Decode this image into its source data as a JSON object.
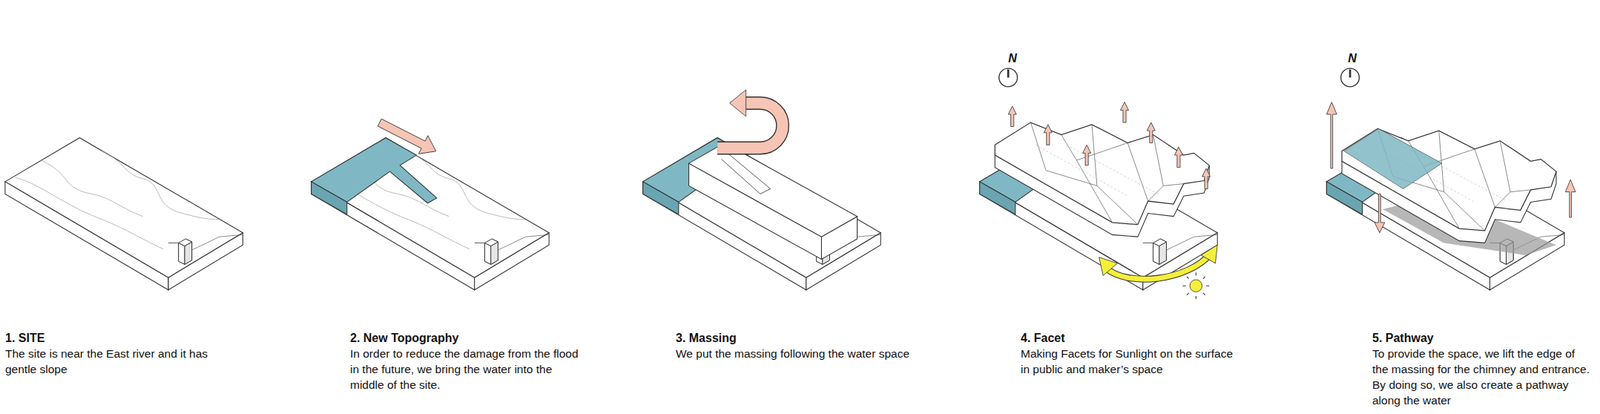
{
  "diagram": {
    "labels": [
      "1. SITE",
      "The site is near the East river and it has gentle slope",
      "2. New Topography",
      "In order to reduce the damage from the flood in the future, we bring the water into the middle of the site.",
      "3. Massing",
      "We put the massing following the water space",
      "N",
      "4. Facet",
      "Making Facets for Sunlight on the surface in public and maker’s space",
      "N",
      "5. Pathway",
      "To provide the space, we lift the edge of the massing for the chimney and entrance. By doing so, we also create a pathway along the water"
    ]
  }
}
